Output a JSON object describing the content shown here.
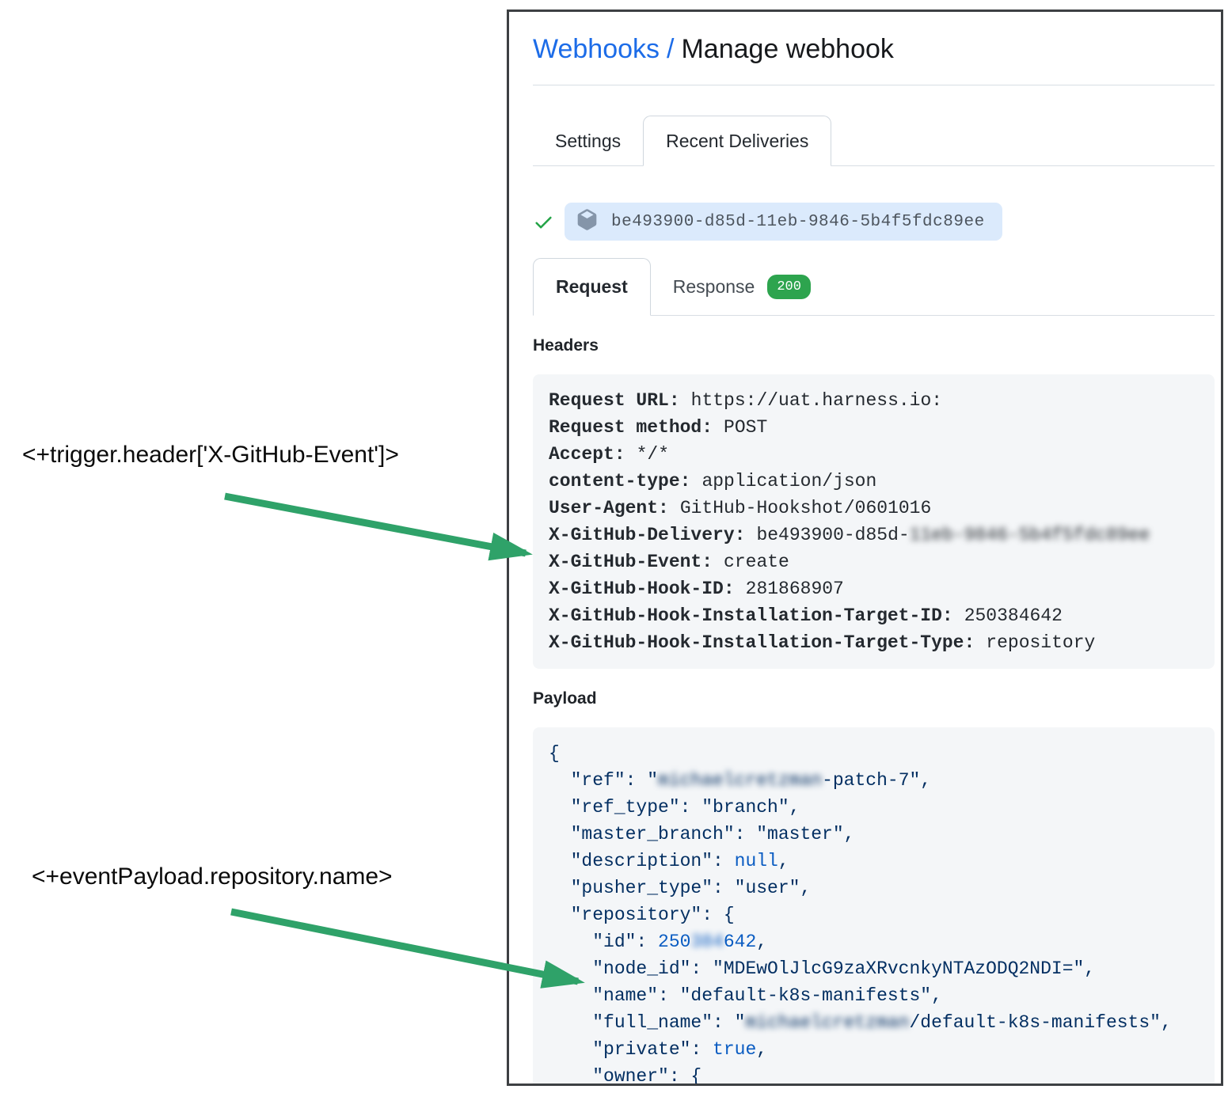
{
  "header": {
    "breadcrumb_link": "Webhooks",
    "separator": "/",
    "title": "Manage webhook"
  },
  "tabs": {
    "settings": "Settings",
    "recent_deliveries": "Recent Deliveries"
  },
  "delivery": {
    "id": "be493900-d85d-11eb-9846-5b4f5fdc89ee"
  },
  "subtabs": {
    "request": "Request",
    "response": "Response",
    "response_status": "200"
  },
  "icons": {
    "success": "check-icon",
    "delivery": "package-icon"
  },
  "colors": {
    "link_blue": "#1c6ce8",
    "badge_green": "#2da44e",
    "check_green": "#23a346",
    "arrow_green": "#2fa269",
    "pill_blue": "#dbeafc",
    "code_navy": "#032f62",
    "const_blue": "#0a5cc2"
  },
  "headers_section": {
    "title": "Headers",
    "lines": [
      {
        "label": "Request URL:",
        "value": "https://uat.harness.io:"
      },
      {
        "label": "Request method:",
        "value": "POST"
      },
      {
        "label": "Accept:",
        "value": "*/*"
      },
      {
        "label": "content-type:",
        "value": "application/json"
      },
      {
        "label": "User-Agent:",
        "value": "GitHub-Hookshot/0601016"
      },
      {
        "label": "X-GitHub-Delivery:",
        "value": "be493900-d85d-",
        "value_blurred": "11eb-9846-5b4f5fdc89ee"
      },
      {
        "label": "X-GitHub-Event:",
        "value": "create"
      },
      {
        "label": "X-GitHub-Hook-ID:",
        "value": "281868907"
      },
      {
        "label": "X-GitHub-Hook-Installation-Target-ID:",
        "value": "250384642"
      },
      {
        "label": "X-GitHub-Hook-Installation-Target-Type:",
        "value": "repository"
      }
    ]
  },
  "payload_section": {
    "title": "Payload",
    "lines": [
      [
        {
          "t": "{"
        }
      ],
      [
        {
          "t": "  \"ref\": \""
        },
        {
          "t": "michaelcretzman",
          "b": true
        },
        {
          "t": "-patch-7\","
        }
      ],
      [
        {
          "t": "  \"ref_type\": \"branch\","
        }
      ],
      [
        {
          "t": "  \"master_branch\": \"master\","
        }
      ],
      [
        {
          "t": "  \"description\": "
        },
        {
          "t": "null",
          "k": true
        },
        {
          "t": ","
        }
      ],
      [
        {
          "t": "  \"pusher_type\": \"user\","
        }
      ],
      [
        {
          "t": "  \"repository\": {"
        }
      ],
      [
        {
          "t": "    \"id\": "
        },
        {
          "t": "250",
          "k": true
        },
        {
          "t": "384",
          "k": true,
          "b": true
        },
        {
          "t": "642",
          "k": true
        },
        {
          "t": ","
        }
      ],
      [
        {
          "t": "    \"node_id\": \"MDEwOlJlcG9zaXRvcnkyNTAzODQ2NDI=\","
        }
      ],
      [
        {
          "t": "    \"name\": \"default-k8s-manifests\","
        }
      ],
      [
        {
          "t": "    \"full_name\": \""
        },
        {
          "t": "michaelcretzman",
          "b": true
        },
        {
          "t": "/default-k8s-manifests\","
        }
      ],
      [
        {
          "t": "    \"private\": "
        },
        {
          "t": "true",
          "k": true
        },
        {
          "t": ","
        }
      ],
      [
        {
          "t": "    \"owner\": {"
        }
      ]
    ]
  },
  "annotations": {
    "trigger_header_expression": "<+trigger.header['X-GitHub-Event']>",
    "event_payload_expression": "<+eventPayload.repository.name>"
  }
}
